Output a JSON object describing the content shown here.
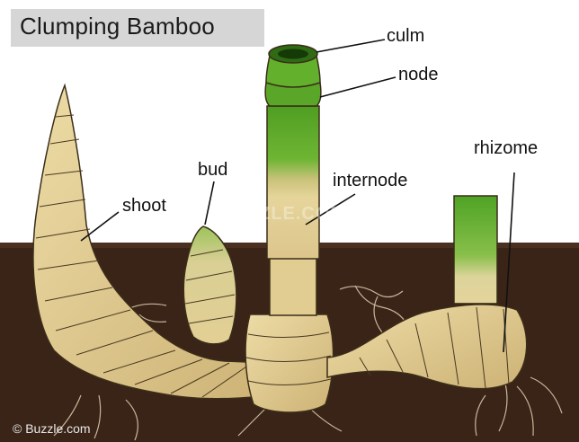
{
  "title": "Clumping Bamboo",
  "labels": {
    "culm": "culm",
    "node": "node",
    "bud": "bud",
    "internode": "internode",
    "shoot": "shoot",
    "rhizome": "rhizome"
  },
  "credit": "© Buzzle.com",
  "watermark": "BUZZLE.COM",
  "colors": {
    "soil": "#3a2418",
    "culm_green": "#5fae2a",
    "culm_tan": "#e3cf93",
    "rhizome_tan": "#dcc58c",
    "outline": "#3b2d18"
  }
}
